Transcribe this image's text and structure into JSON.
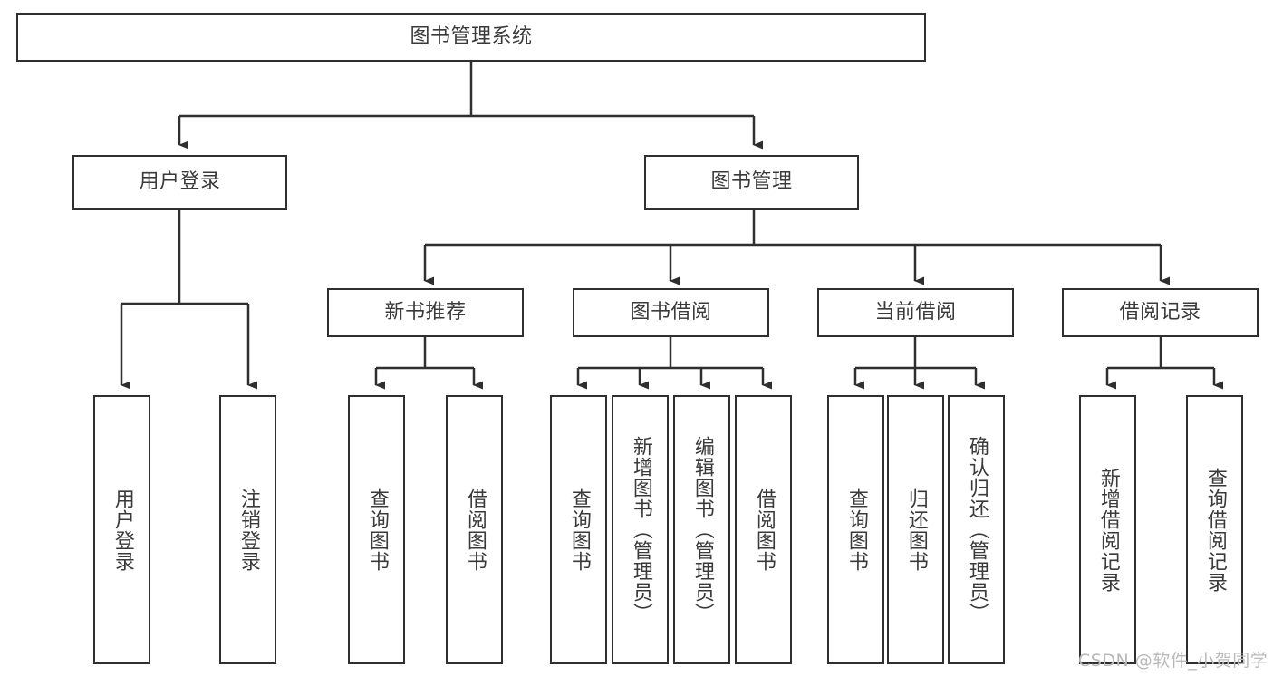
{
  "diagram": {
    "title": "图书管理系统",
    "watermark": "CSDN @软件_小贺同学",
    "colors": {
      "stroke": "#2f2f2f",
      "text": "#3a3a3a",
      "background": "#ffffff",
      "watermark": "#b9b9b9"
    },
    "root": {
      "label": "图书管理系统"
    },
    "level1": [
      {
        "label": "用户登录"
      },
      {
        "label": "图书管理"
      }
    ],
    "level2": [
      {
        "label": "新书推荐"
      },
      {
        "label": "图书借阅"
      },
      {
        "label": "当前借阅"
      },
      {
        "label": "借阅记录"
      }
    ],
    "leaves": {
      "user_login": [
        {
          "label": "用户登录"
        },
        {
          "label": "注销登录"
        }
      ],
      "new_book_recommend": [
        {
          "label": "查询图书"
        },
        {
          "label": "借阅图书"
        }
      ],
      "book_borrow": [
        {
          "label": "查询图书"
        },
        {
          "label": "新增图书（管理员）"
        },
        {
          "label": "编辑图书（管理员）"
        },
        {
          "label": "借阅图书"
        }
      ],
      "current_borrow": [
        {
          "label": "查询图书"
        },
        {
          "label": "归还图书"
        },
        {
          "label": "确认归还（管理员）"
        }
      ],
      "borrow_record": [
        {
          "label": "新增借阅记录"
        },
        {
          "label": "查询借阅记录"
        }
      ]
    }
  }
}
